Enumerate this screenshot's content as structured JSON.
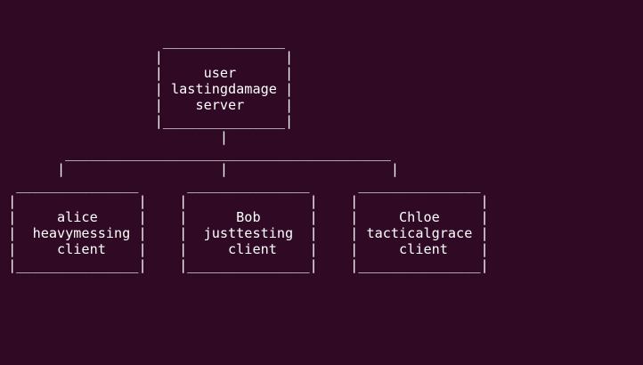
{
  "terminal": {
    "background": "#300a24",
    "foreground": "#ffffff",
    "lines": [
      "                    _______________",
      "                   |               |",
      "                   |     user      |",
      "                   | lastingdamage |",
      "                   |    server     |",
      "                   |_______________|",
      "                           |",
      "        ________________________________________",
      "       |                   |                    |",
      "  _______________      _______________      _______________",
      " |               |    |               |    |               |",
      " |     alice     |    |      Bob      |    |     Chloe     |",
      " |  heavymessing |    |  justtesting  |    | tacticalgrace |",
      " |     client    |    |     client    |    |     client    |",
      " |_______________|    |_______________|    |_______________|"
    ]
  }
}
